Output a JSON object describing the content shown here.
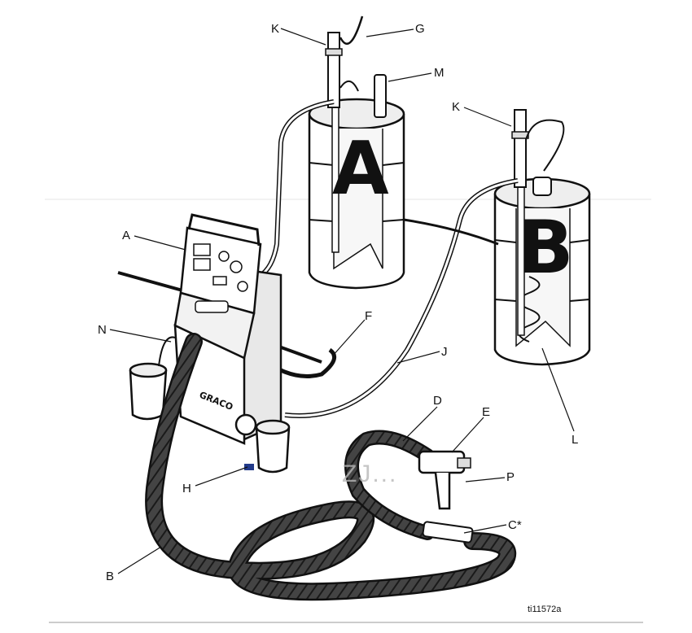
{
  "drums": {
    "a_letter": "A",
    "b_letter": "B"
  },
  "labels": [
    "K",
    "G",
    "M",
    "K",
    "A",
    "N",
    "F",
    "J",
    "D",
    "E",
    "P",
    "C*",
    "L",
    "H",
    "B"
  ],
  "machine": {
    "brand": "GRACO"
  },
  "figure_id": "ti11572a",
  "watermark": "ZJ... "
}
